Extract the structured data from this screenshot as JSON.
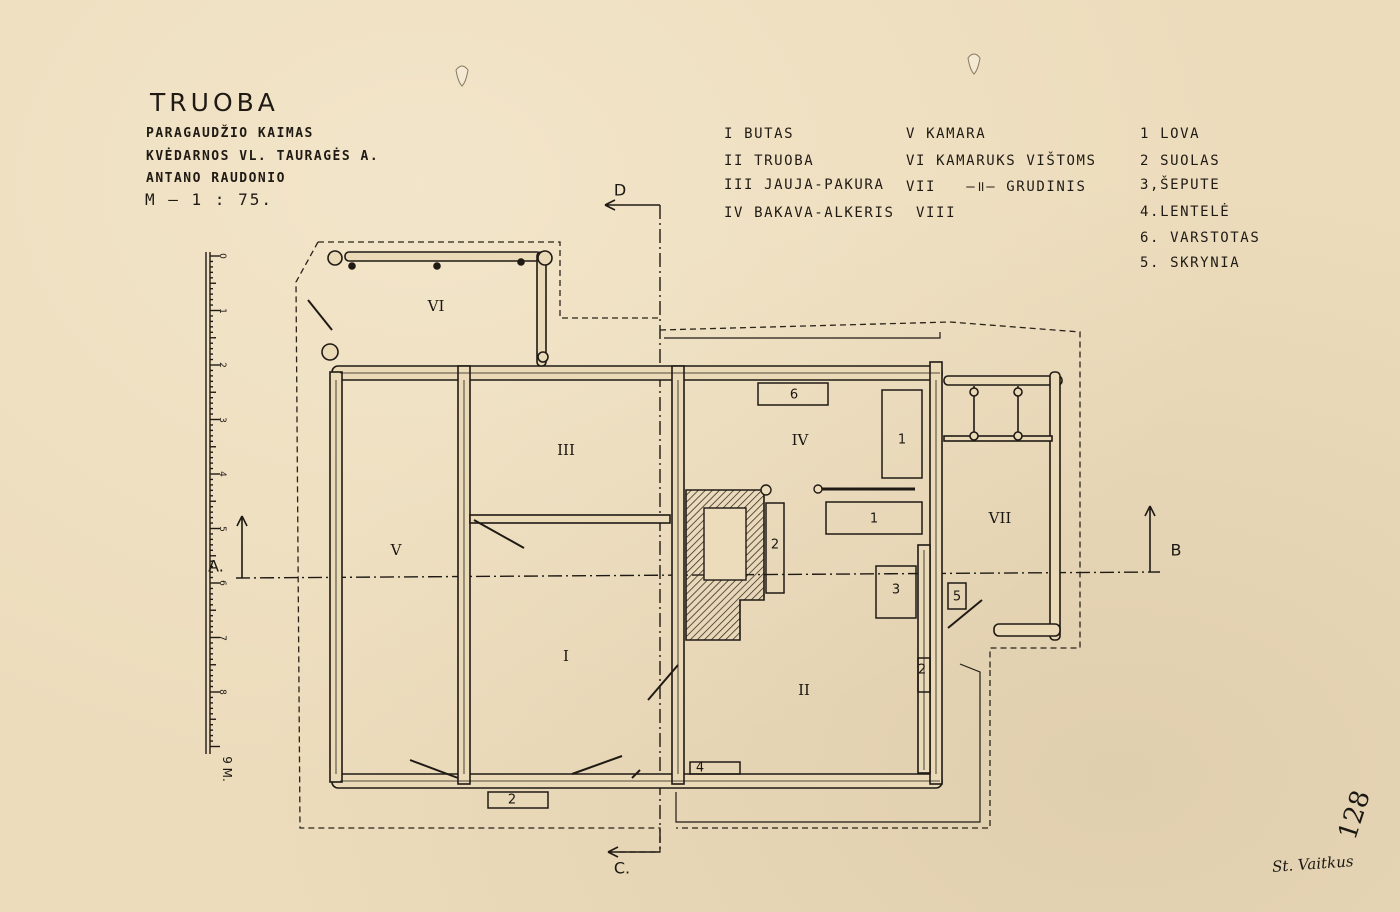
{
  "header": {
    "title": "TRUOBA",
    "subtitle_lines": [
      "PARAGAUDŽIO KAIMAS",
      "KVĖDARNOS VL. TAURAGĖS A.",
      "ANTANO RAUDONIO"
    ],
    "scale": "M — 1 : 75."
  },
  "legend": {
    "rooms": [
      {
        "numeral": "I",
        "name": "BUTAS"
      },
      {
        "numeral": "II",
        "name": "TRUOBA"
      },
      {
        "numeral": "III",
        "name": "JAUJA-PAKURA"
      },
      {
        "numeral": "IV",
        "name": "BAKAVA-ALKERIS"
      },
      {
        "numeral": "V",
        "name": "KAMARA"
      },
      {
        "numeral": "VI",
        "name": "KAMARUKS VIŠTOMS"
      },
      {
        "numeral": "VII",
        "name": "—॥—    GRUDINIS"
      },
      {
        "numeral": "VIII",
        "name": ""
      }
    ],
    "furniture": [
      {
        "number": "1",
        "name": "LOVA"
      },
      {
        "number": "2",
        "name": "SUOLAS"
      },
      {
        "number": "3",
        "name": "ŠEPUTE"
      },
      {
        "number": "4",
        "name": "LENTELĖ"
      },
      {
        "number": "6",
        "name": "VARSTOTAS"
      },
      {
        "number": "5",
        "name": "SKRYNIA"
      }
    ]
  },
  "plan": {
    "room_labels": {
      "I": "I",
      "II": "II",
      "III": "III",
      "IV": "IV",
      "V": "V",
      "VI": "VI",
      "VII": "VII"
    },
    "furniture_labels": {
      "bed_a": "1",
      "bed_b": "1",
      "bench_inner": "2",
      "bench_outside": "2",
      "bench_right": "2",
      "cupboard": "3",
      "table": "4",
      "chest": "5",
      "workbench": "6"
    },
    "section_labels": {
      "A": "A.",
      "B": "B",
      "C": "C.",
      "D": "D"
    }
  },
  "scale_bar": {
    "ticks": [
      "0",
      "1",
      "2",
      "3",
      "4",
      "5",
      "6",
      "7",
      "8",
      "9"
    ],
    "unit": "9 M."
  },
  "annotations": {
    "catalog_number": "128",
    "signature": "St. Vaitkus"
  },
  "colors": {
    "paper": "#ecdcbc",
    "ink": "#1f1a14",
    "hatch": "#3a2f22"
  }
}
